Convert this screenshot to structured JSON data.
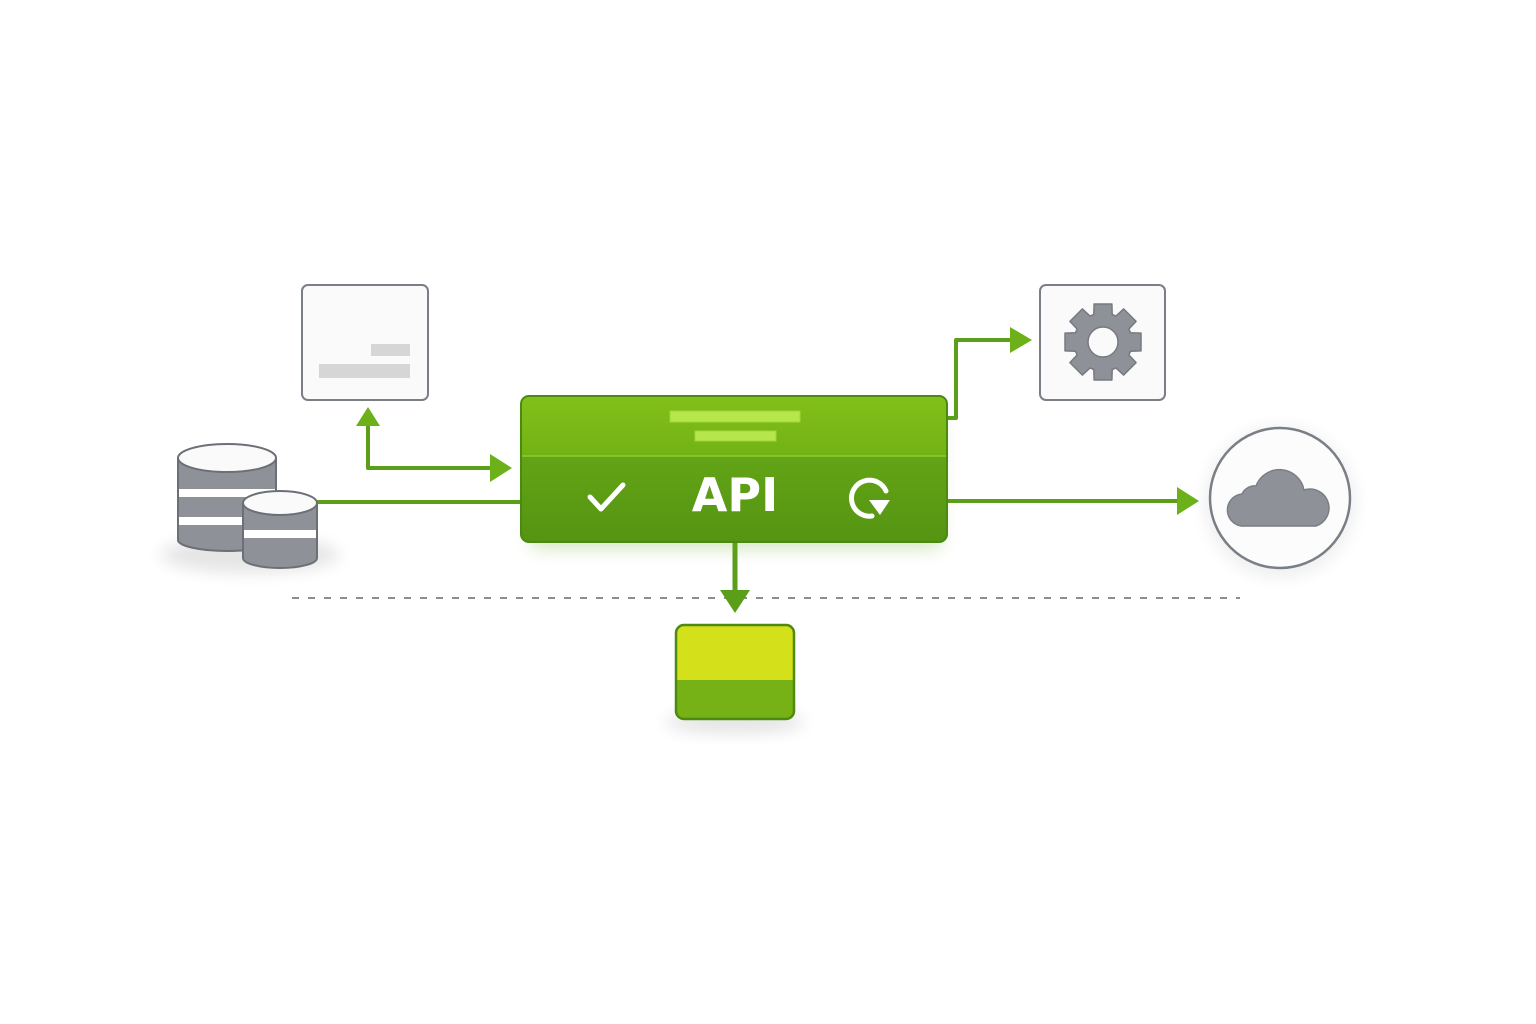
{
  "diagram": {
    "type": "architecture-flow",
    "central_node": {
      "label": "API",
      "icons": [
        "check-icon",
        "refresh-icon"
      ],
      "header_color": "#7ab814",
      "body_color": "#5e9e14",
      "border_color": "#4a8a10",
      "placeholder_bar_color": "#b5e64a"
    },
    "nodes": [
      {
        "id": "document",
        "icon": "document-icon",
        "shape": "rounded-square"
      },
      {
        "id": "databases",
        "icon": "database-icon",
        "shape": "cylinders"
      },
      {
        "id": "settings",
        "icon": "gear-icon",
        "shape": "rounded-square"
      },
      {
        "id": "cloud",
        "icon": "cloud-icon",
        "shape": "circle"
      },
      {
        "id": "output-block",
        "icon": "block",
        "shape": "rounded-rect"
      }
    ],
    "edges": [
      {
        "from": "databases",
        "to": "api",
        "style": "line"
      },
      {
        "from": "document",
        "to": "api",
        "style": "bidirectional-elbow"
      },
      {
        "from": "api",
        "to": "settings",
        "style": "elbow-arrow"
      },
      {
        "from": "api",
        "to": "cloud",
        "style": "arrow"
      },
      {
        "from": "api",
        "to": "output-block",
        "style": "arrow-down"
      }
    ],
    "separator": {
      "style": "dashed"
    },
    "colors": {
      "edge": "#5a9e1a",
      "node_border": "#7a7f86",
      "icon_gray": "#8e9298",
      "output_top": "#d4e01a",
      "output_bottom": "#76b216",
      "output_border": "#4e8a12"
    }
  }
}
